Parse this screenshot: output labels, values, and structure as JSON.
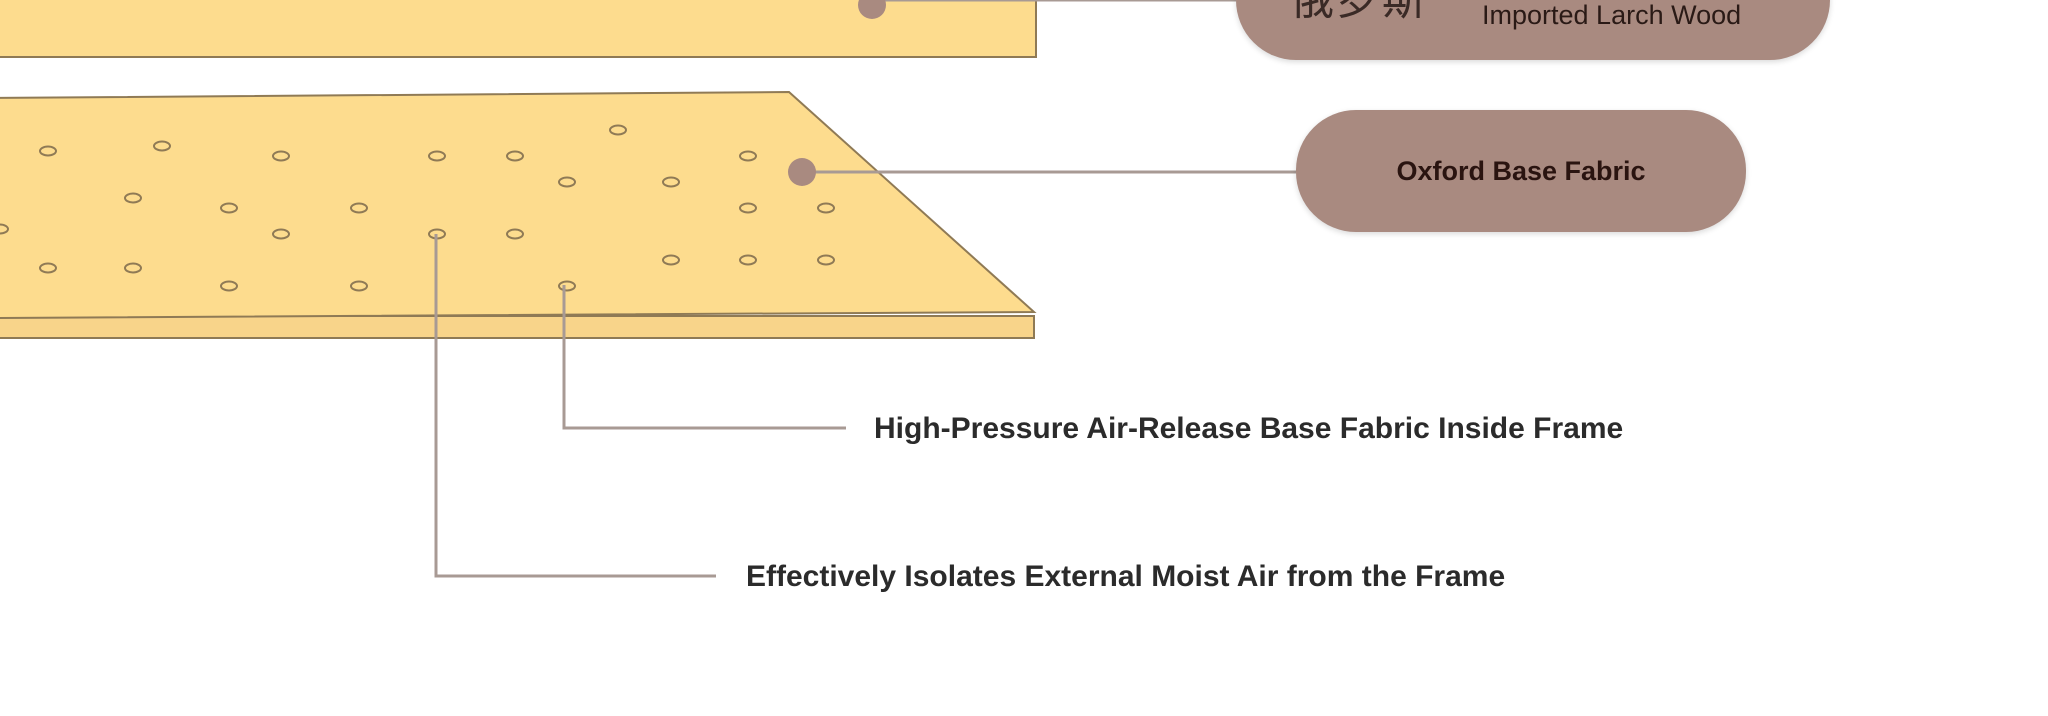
{
  "labels": {
    "top_pill": {
      "cn": "俄罗斯",
      "en": "Imported Larch Wood"
    },
    "bottom_pill": "Oxford Base Fabric",
    "callout_air_release": "High-Pressure Air-Release Base Fabric Inside Frame",
    "callout_isolation": "Effectively Isolates External Moist Air from the Frame"
  },
  "colors": {
    "board_fill": "#fddc8e",
    "board_stroke": "#8f7a55",
    "pill": "#a98a80",
    "leader_line": "#a89a94",
    "text_dark": "#2b2b2b"
  }
}
